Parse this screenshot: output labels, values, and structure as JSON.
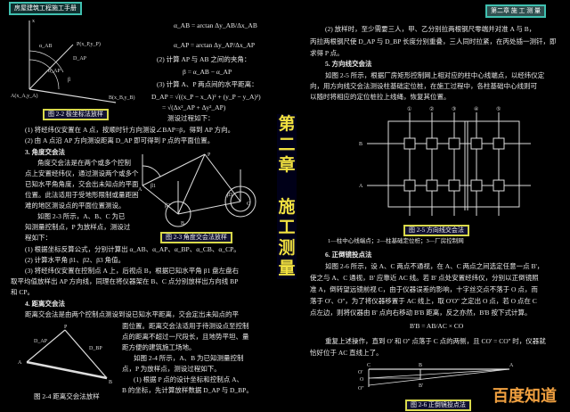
{
  "left_page": {
    "header_badge": "房屋建筑工程施工手册",
    "formula_ab": "α_AB = arctan Δy_AB/Δx_AB",
    "formula_ap": "α_AP = arctan Δy_AP/Δx_AP",
    "step2": "(2) 计算 AP 与 AB 之间的夹角：",
    "beta": "β = α_AB − α_AP",
    "step3": "(3) 计算 A、P 两点间的水平距离：",
    "dist1": "D_AP = √((x_P − x_A)² + (y_P − y_A)²)",
    "dist2": "= √(Δx²_AP + Δy²_AP)",
    "process": "测设过程如下：",
    "fig22_caption": "图 2-2  极坐标法放样",
    "fig22_labels": [
      "x",
      "P(x_P,y_P)",
      "α_AB",
      "D_AP",
      "α_AP",
      "β",
      "A(x_A,y_A)",
      "B(x_B,y_B)"
    ],
    "p1": "(1) 将经纬仪安置在 A 点，按顺时针方向测设∠BAP=β，得到 AP 方向。",
    "p2": "(2) 由 A 点沿 AP 方向测设距离 D_AP 即可得到 P 点的平面位置。",
    "sec3": "3. 角度交会法",
    "sec3_lines": [
      "角度交会法是在两个或多个控制",
      "点上安置经纬仪，通过测设两个或多个",
      "已知水平角角度，交会出未知点的平面",
      "位置。此法适用于受地形限制或量距困",
      "难的地区测设点的平面位置测设。",
      "如图 2-3 所示，A、B、C 为已",
      "知测量控制点，P 为放样点，测设过",
      "程如下："
    ],
    "fig23_caption": "图 2-3  角度交会法放样",
    "fig23_labels": [
      "P",
      "A",
      "B",
      "C",
      "β1",
      "β2",
      "β3"
    ],
    "sec3_steps": [
      "(1) 根据坐标反算公式，分别计算出 α_AB、α_AP、α_BP、α_CB、α_CP。",
      "(2) 计算水平角 β1、β2、β3 角值。",
      "(3) 将经纬仪安置在控制点 A 上，后视点 B，根据已知水平角 β1 盘左盘右",
      "取平均值放样出 AP 方向线，同理在将仪器架在 B、C 点分别放样出方向线 BP",
      "和 CP。"
    ],
    "sec4": "4. 距离交会法",
    "sec4_first": "距离交会法是由两个控制点测设到设已知水平距离，交会定出未知点的平",
    "sec4_lines": [
      "面位置。距离交会法适用于待测设点至控制",
      "点的距离不超过一尺段长，且地势平坦、量",
      "距方便的建筑施工场地。",
      "如图 2-4 所示，A、B 为已知测量控制",
      "点，P 为放样点，测设过程如下。",
      "(1) 根据 P 点的设计坐标和控制点 A、",
      "B 的坐标，先计算放样数据 D_AP 与 D_BP。"
    ],
    "fig24_caption": "图 2-4  距离交会法放样",
    "fig24_labels": [
      "P",
      "D_AP",
      "D_BP",
      "A",
      "B"
    ]
  },
  "chapter_title": [
    "第",
    "二",
    "章",
    "施",
    "工",
    "测",
    "量"
  ],
  "right_page": {
    "header_badge": "第二章  施 工 测 量",
    "cont_lines": [
      "(2) 放样时，至少需要三人，甲、乙分别拉两根钢尺零端并对准 A 与 B，",
      "丙拉两根钢尺使 D_AP 与 D_BP 长度分别重叠，三人同时拉紧，在丙处插一测钎，即",
      "求得 P 点。"
    ],
    "sec5": "5. 方向线交会法",
    "sec5_lines": [
      "如图 2-5 所示，根据厂房矩形控制网上相对应的柱中心线端点，以经纬仪定",
      "向，用方向线交会法测设柱基础定位桩，在施工过程中，各柱基础中心线则可",
      "以随时将相应的定位桩拉上线绳，恢复其位置。"
    ],
    "fig25_caption": "图 2-5  方向线交会法",
    "fig25_legend": "1—柱中心线端点；2—柱基础定位桩；3—厂房控制网",
    "fig25_axes_top": [
      "①",
      "②",
      "③",
      "④",
      "⑤"
    ],
    "fig25_axes_side": [
      "B",
      "A"
    ],
    "sec6": "6. 正倒镜投点法",
    "sec6_lines": [
      "如图 2-6 所示，设 A、C 两点不通视，在 A、C 两点之间选定任意一点 B'，",
      "使之与 A、C 通视，B' 应靠近 AC 线。若 B' 点处安置经纬仪，分别以正倒镜照",
      "准 A，倒转望远镜前视 C，由于仪器误差的影响，十字丝交点不落于 O 点，而",
      "落于 O'、O''，为了将仪器移置于 AC 线上，取 O'O'' 之定出 O 点，若 O 点在 C",
      "点左边，则将仪器由 B' 点向右移动 B'B 距离，反之亦然，B'B 按下式计算。"
    ],
    "formula": "B'B = AB/AC × CO",
    "repeat_lines": [
      "重复上述操作，直到 O' 和 O'' 点落于 C 点的两侧，且 CO' = CO'' 时，仪器就",
      "恰好位于 AC 直线上了。"
    ],
    "fig26_caption": "图 2-6  正倒镜投点法",
    "fig26_labels": [
      "C",
      "B",
      "A",
      "O'",
      "O",
      "O''",
      "B'"
    ]
  },
  "watermark": "百度知道",
  "colors": {
    "background": "#000000",
    "caption_border": "#d8d84a",
    "chapter_title": "#f0e040",
    "header_badge_border": "#40c0b0",
    "watermark": "#f0a040"
  }
}
